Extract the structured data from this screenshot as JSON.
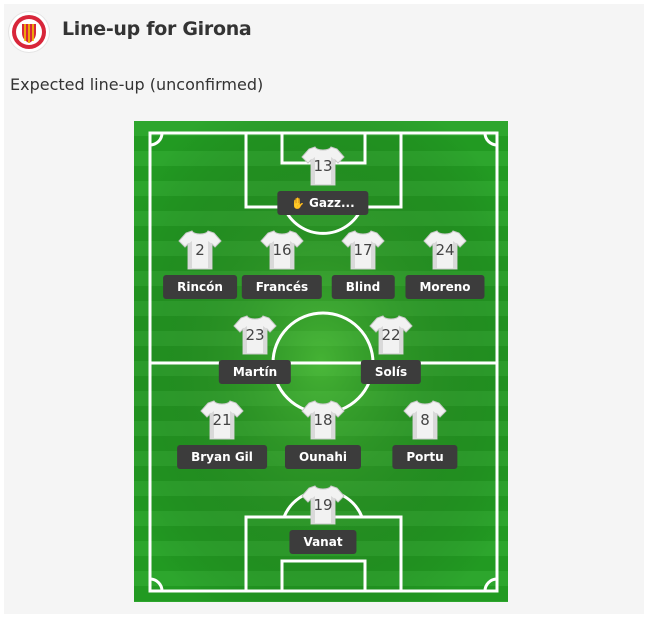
{
  "header": {
    "title": "Line-up for Girona",
    "logo_icon": "girona-crest-icon"
  },
  "subtitle": "Expected line-up (unconfirmed)",
  "pitch_colors": {
    "grass_light": "#2fa52f",
    "grass_dark": "#1f941f",
    "lines": "#ffffff"
  },
  "players": [
    {
      "number": "13",
      "name": "Gazz...",
      "goalkeeper": true
    },
    {
      "number": "2",
      "name": "Rincón"
    },
    {
      "number": "16",
      "name": "Francés"
    },
    {
      "number": "17",
      "name": "Blind"
    },
    {
      "number": "24",
      "name": "Moreno"
    },
    {
      "number": "23",
      "name": "Martín"
    },
    {
      "number": "22",
      "name": "Solís"
    },
    {
      "number": "21",
      "name": "Bryan Gil"
    },
    {
      "number": "18",
      "name": "Ounahi"
    },
    {
      "number": "8",
      "name": "Portu"
    },
    {
      "number": "19",
      "name": "Vanat"
    }
  ]
}
